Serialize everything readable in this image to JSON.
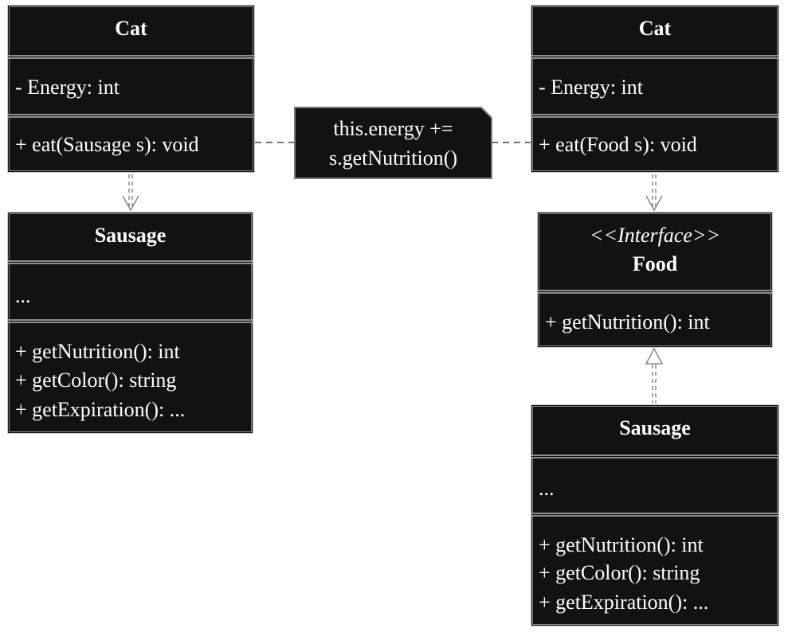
{
  "left": {
    "cat": {
      "name": "Cat",
      "attribute": "- Energy: int",
      "method": "+ eat(Sausage s): void"
    },
    "sausage": {
      "name": "Sausage",
      "attribute": "...",
      "methods": [
        "+ getNutrition(): int",
        "+ getColor(): string",
        "+ getExpiration(): ..."
      ]
    }
  },
  "note": {
    "lines": [
      "this.energy +=",
      "s.getNutrition()"
    ]
  },
  "right": {
    "cat": {
      "name": "Cat",
      "attribute": "- Energy: int",
      "method": "+ eat(Food s): void"
    },
    "food": {
      "stereotype": "<<Interface>>",
      "name": "Food",
      "method": "+ getNutrition(): int"
    },
    "sausage": {
      "name": "Sausage",
      "attribute": "...",
      "methods": [
        "+ getNutrition(): int",
        "+ getColor(): string",
        "+ getExpiration(): ..."
      ]
    }
  }
}
